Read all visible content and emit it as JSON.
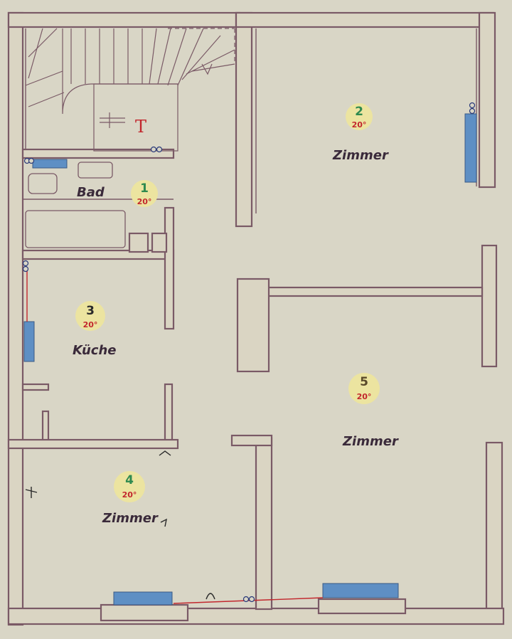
{
  "title_mark": "T",
  "colors": {
    "paper": "#d9d6c6",
    "wall": "#7a5a66",
    "radiator": "#5e8fc4",
    "pipe": "#c2272d",
    "badge_bg": "#ece4a0"
  },
  "rooms": [
    {
      "key": "bad",
      "label": "Bad",
      "number": "1",
      "temp": "20°",
      "num_color": "#2f8a4f"
    },
    {
      "key": "zimmer2",
      "label": "Zimmer",
      "number": "2",
      "temp": "20°",
      "num_color": "#2f8a4f"
    },
    {
      "key": "kueche",
      "label": "Küche",
      "number": "3",
      "temp": "20°",
      "num_color": "#2a2a2a"
    },
    {
      "key": "zimmer4",
      "label": "Zimmer",
      "number": "4",
      "temp": "20°",
      "num_color": "#2f8a4f"
    },
    {
      "key": "zimmer5",
      "label": "Zimmer",
      "number": "5",
      "temp": "20°",
      "num_color": "#5a4a2a"
    }
  ]
}
